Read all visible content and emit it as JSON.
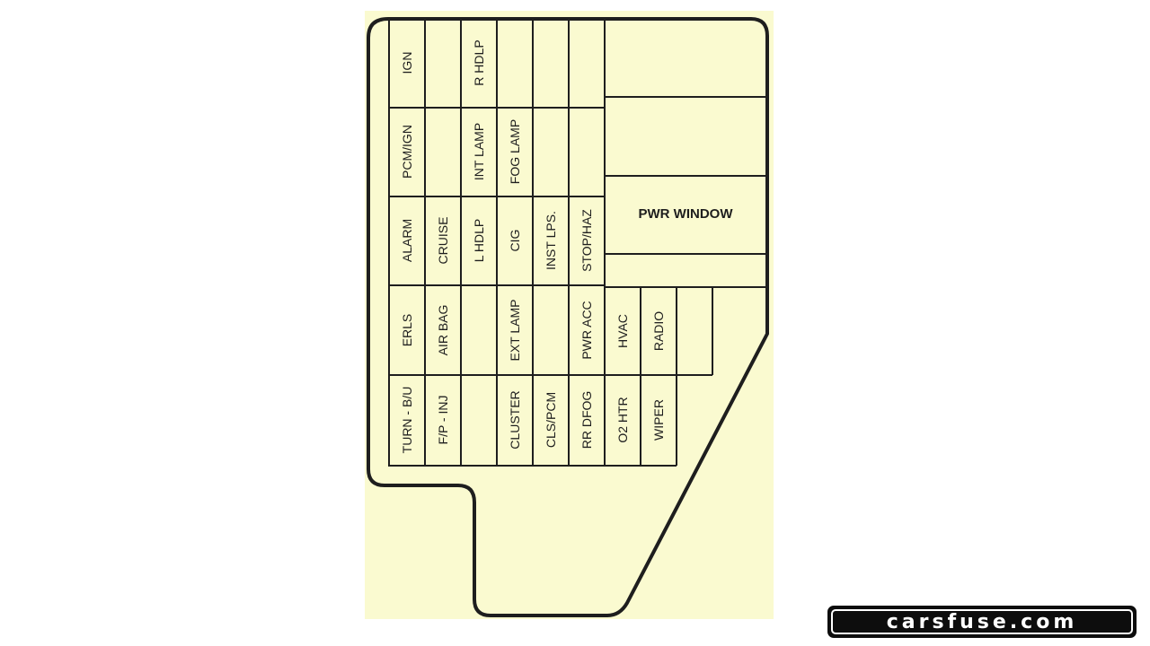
{
  "diagram": {
    "big_label": "PWR WINDOW",
    "columns": [
      {
        "id": "c1",
        "fuses": [
          "IGN",
          "PCM/IGN",
          "ALARM",
          "ERLS",
          "TURN - B/U"
        ]
      },
      {
        "id": "c2",
        "fuses": [
          "",
          "",
          "CRUISE",
          "AIR BAG",
          "F/P - INJ"
        ]
      },
      {
        "id": "c3",
        "fuses": [
          "R HDLP",
          "INT LAMP",
          "L HDLP",
          "",
          ""
        ]
      },
      {
        "id": "c4",
        "fuses": [
          "",
          "FOG LAMP",
          "CIG",
          "EXT LAMP",
          "CLUSTER"
        ]
      },
      {
        "id": "c5",
        "fuses": [
          "",
          "",
          "INST LPS.",
          "",
          "CLS/PCM"
        ]
      },
      {
        "id": "c6",
        "fuses": [
          "",
          "",
          "STOP/HAZ",
          "PWR ACC",
          "RR DFOG"
        ]
      },
      {
        "id": "c7",
        "fuses": [
          "HVAC",
          "O2 HTR"
        ]
      },
      {
        "id": "c8",
        "fuses": [
          "RADIO",
          "WIPER"
        ]
      }
    ]
  },
  "colors": {
    "panel_background": "#fafad0",
    "line": "#1e1e1e"
  },
  "watermark": "carsfuse.com"
}
